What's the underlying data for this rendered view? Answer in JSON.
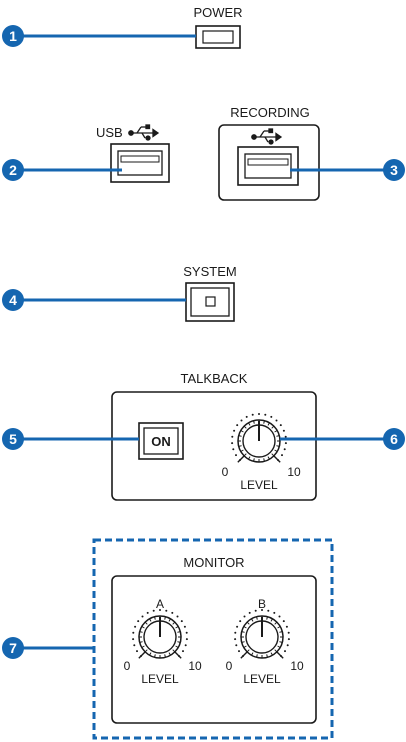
{
  "labels": {
    "power": "POWER",
    "usb": "USB",
    "recording": "RECORDING",
    "system": "SYSTEM",
    "talkback": "TALKBACK",
    "on": "ON",
    "monitor": "MONITOR",
    "level": "LEVEL",
    "min": "0",
    "max": "10",
    "knob_a": "A",
    "knob_b": "B"
  },
  "callouts": [
    "1",
    "2",
    "3",
    "4",
    "5",
    "6",
    "7"
  ],
  "colors": {
    "callout": "#1566b0",
    "line": "#1566b0",
    "ink": "#1a1a1a"
  }
}
